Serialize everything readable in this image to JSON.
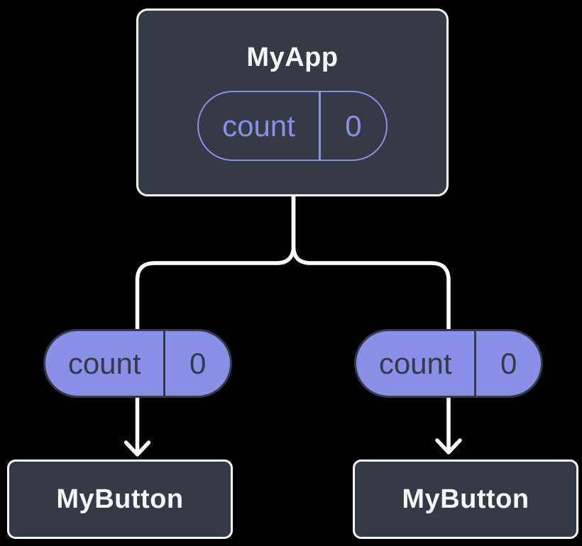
{
  "colors": {
    "background": "#000000",
    "box_fill": "#343A46",
    "box_border": "#FFFFFF",
    "pill_accent": "#8A90E8",
    "pill_dark": "#343A46",
    "connector": "#FFFFFF"
  },
  "root": {
    "title": "MyApp",
    "state": {
      "name": "count",
      "value": "0"
    }
  },
  "children": [
    {
      "title": "MyButton",
      "pill": {
        "name": "count",
        "value": "0"
      }
    },
    {
      "title": "MyButton",
      "pill": {
        "name": "count",
        "value": "0"
      }
    }
  ]
}
